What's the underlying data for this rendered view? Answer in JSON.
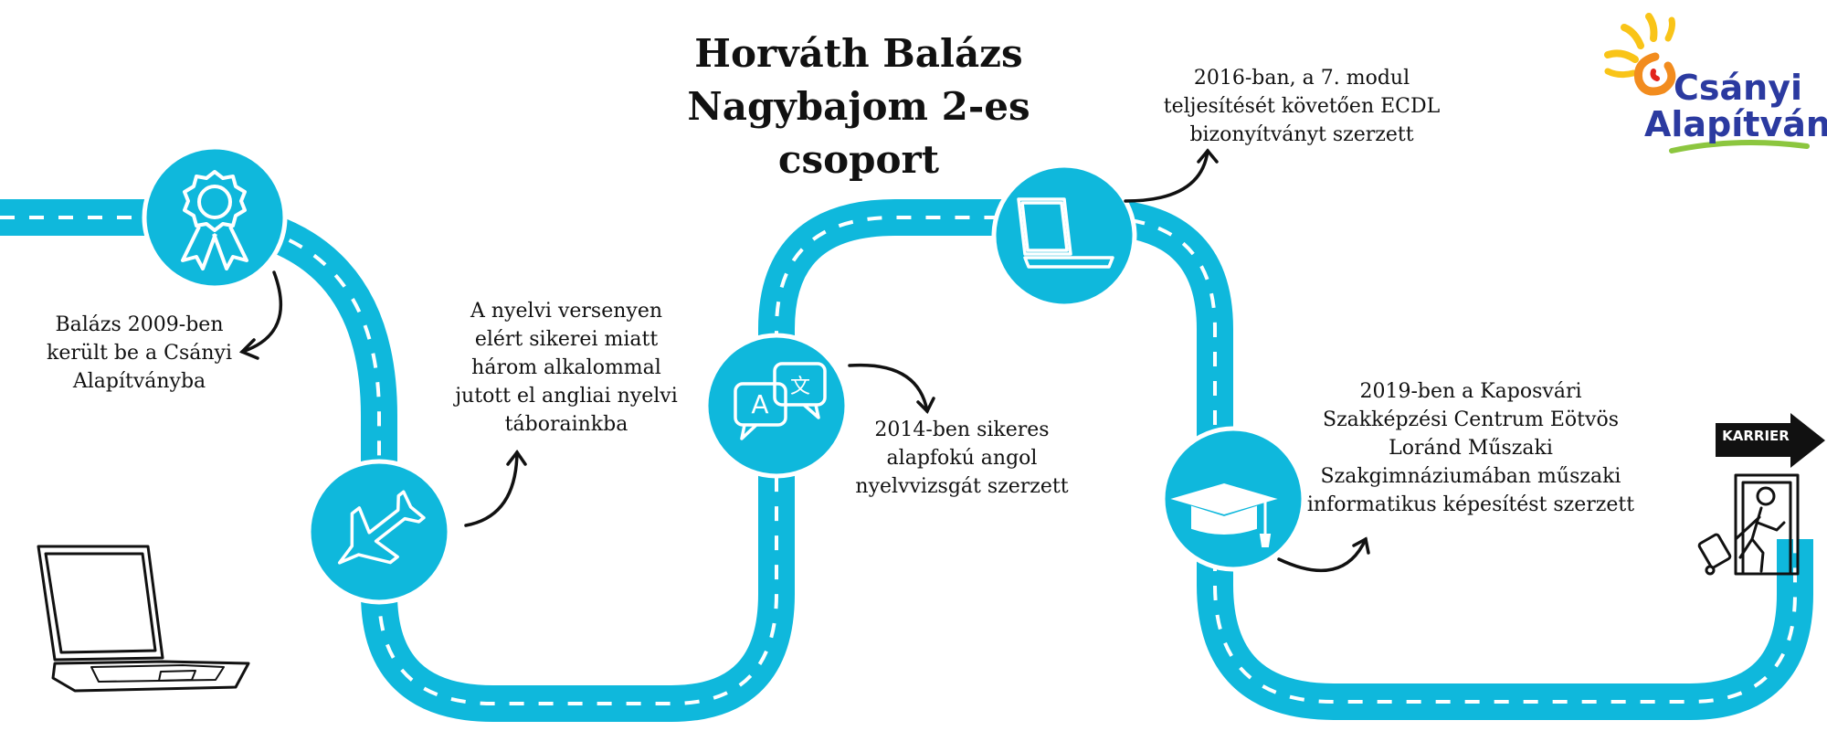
{
  "title": {
    "line1": "Horváth Balázs",
    "line2": "Nagybajom 2-es csoport"
  },
  "logo": {
    "line1": "Csányi",
    "line2": "Alapítvány"
  },
  "milestones": [
    {
      "icon": "award-ribbon-icon",
      "text": [
        "Balázs 2009-ben",
        "került be a Csányi",
        "Alapítványba"
      ]
    },
    {
      "icon": "airplane-icon",
      "text": [
        "A nyelvi versenyen",
        "elért sikerei miatt",
        "három alkalommal",
        "jutott el angliai nyelvi",
        "táborainkba"
      ]
    },
    {
      "icon": "translate-speech-bubbles-icon",
      "text": [
        "2014-ben sikeres",
        "alapfokú angol",
        "nyelvvizsgát szerzett"
      ]
    },
    {
      "icon": "laptop-icon",
      "text": [
        "2016-ban, a 7. modul",
        "teljesítését követően ECDL",
        "bizonyítványt szerzett"
      ]
    },
    {
      "icon": "graduation-cap-icon",
      "text": [
        "2019-ben a Kaposvári",
        "Szakképzési Centrum Eötvös",
        "Loránd Műszaki",
        "Szakgimnáziumában műszaki",
        "informatikus képesítést szerzett"
      ]
    }
  ],
  "karrier": {
    "label": "KARRIER"
  },
  "colors": {
    "road": "#0fb8dc",
    "dash": "#ffffff",
    "ink": "#111111",
    "logo_blue": "#2b3aa0",
    "logo_orange": "#f28c1e",
    "logo_yellow": "#f9c418",
    "logo_green": "#8cc63f"
  }
}
